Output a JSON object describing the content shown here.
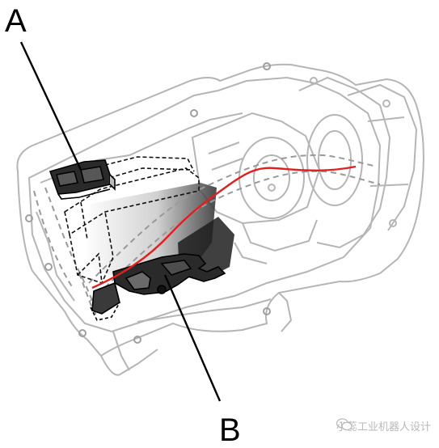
{
  "callouts": {
    "a": "A",
    "b": "B"
  },
  "watermark": {
    "text": "小蕊工业机器人设计",
    "logo_icon": "wechat-icon"
  },
  "colors": {
    "outline": "#b5b5b5",
    "detail_dark": "#000000",
    "cable": "#e21f1f",
    "part_fill": "#2a2a2a"
  }
}
